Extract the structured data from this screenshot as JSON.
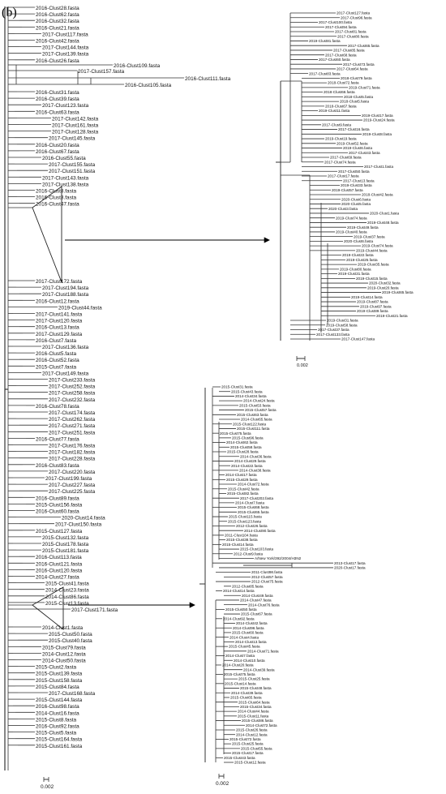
{
  "panel_label": "(b)",
  "colors": {
    "branch": "#333333",
    "text": "#111111",
    "highlight_red": "#e8201c",
    "highlight_blue": "#2a7fd0",
    "arrow": "#000000"
  },
  "left_tree": {
    "labels_top": [
      "2016-Clust28.fasta",
      "2016-Clust62.fasta",
      "2016-Clust32.fasta",
      "2016-Clust21.fasta",
      "2017-Clust117.fasta",
      "2016-Clust42.fasta",
      "2017-Clust144.fasta",
      "2017-Clust139.fasta",
      "2016-Clust26.fasta",
      "2016-Clust109.fasta",
      "2017-Clust157.fasta",
      "2016-Clust111.fasta",
      "2016-Clust105.fasta",
      "2016-Clust31.fasta",
      "2016-Clust39.fasta",
      "2017-Clust123.fasta",
      "2016-Clust63.fasta",
      "2017-Clust142.fasta",
      "2017-Clust161.fasta",
      "2017-Clust128.fasta",
      "2017-Clust145.fasta",
      "2016-Clust20.fasta",
      "2016-Clust67.fasta",
      "2016-Clust55.fasta",
      "2017-Clust155.fasta",
      "2017-Clust151.fasta",
      "2017-Clust143.fasta",
      "2017-Clust138.fasta",
      "2016-Clust8.fasta",
      "2016-Clust3.fasta",
      "2016-Clust47.fasta"
    ],
    "labels_middle": [
      "2017-Clust172.fasta",
      "2017-Clust194.fasta",
      "2017-Clust188.fasta",
      "2016-Clust12.fasta",
      "2019-Clust44.fasta",
      "2017-Clust141.fasta",
      "2017-Clust120.fasta",
      "2016-Clust13.fasta",
      "2017-Clust129.fasta",
      "2016-Clust7.fasta",
      "2017-Clust136.fasta",
      "2016-Clust5.fasta",
      "2016-Clust52.fasta",
      "2015-Clust7.fasta",
      "2017-Clust149.fasta",
      "2017-Clust233.fasta",
      "2017-Clust252.fasta",
      "2017-Clust258.fasta",
      "2017-Clust232.fasta",
      "2016-Clust78.fasta",
      "2017-Clust174.fasta",
      "2017-Clust262.fasta",
      "2017-Clust271.fasta",
      "2017-Clust251.fasta",
      "2016-Clust77.fasta",
      "2017-Clust176.fasta",
      "2017-Clust182.fasta",
      "2017-Clust228.fasta",
      "2016-Clust83.fasta",
      "2017-Clust220.fasta",
      "2017-Clust199.fasta",
      "2017-Clust227.fasta",
      "2017-Clust225.fasta",
      "2016-Clust89.fasta",
      "2015-Clust156.fasta",
      "2016-Clust60.fasta",
      "2020-Clust14.fasta",
      "2017-Clust150.fasta",
      "2015-Clust127.fasta",
      "2015-Clust132.fasta",
      "2015-Clust178.fasta",
      "2015-Clust181.fasta",
      "2016-Clust113.fasta",
      "2016-Clust121.fasta",
      "2016-Clust120.fasta",
      "2014-Clust27.fasta",
      "2015-Clust41.fasta",
      "2014-Clust23.fasta",
      "2014-Clust86.fasta",
      "2015-Clust13.fasta",
      "2017-Clust171.fasta"
    ],
    "labels_bottom": [
      "2014-Clust1.fasta",
      "2015-Clust50.fasta",
      "2015-Clust40.fasta",
      "2015-Clust79.fasta",
      "2014-Clust12.fasta",
      "2014-Clust50.fasta",
      "2015-Clust2.fasta",
      "2015-Clust139.fasta",
      "2015-Clust158.fasta",
      "2015-Clust84.fasta",
      "2017-Clust168.fasta",
      "2015-Clust144.fasta",
      "2016-Clust98.fasta",
      "2014-Clust16.fasta",
      "2015-Clust8.fasta",
      "2016-Clust92.fasta",
      "2015-Clust5.fasta",
      "2015-Clust164.fasta",
      "2015-Clust161.fasta"
    ],
    "scale_label": "0.002"
  },
  "right_top_tree": {
    "labels": [
      "2017-Clust127.fasta",
      "2017-Clust96.fasta",
      "2017-Clust100.fasta",
      "2017-Clust94.fasta",
      "2017-Clust81.fasta",
      "2017-Clust80.fasta",
      "2019-Clust81.fasta",
      "2017-Clust65.fasta",
      "2017-Clust85.fasta",
      "2017-Clust68.fasta",
      "2017-Clust60.fasta",
      "2017-Clust73.fasta",
      "2017-Clust64.fasta",
      "2017-Clust83.fasta",
      "2018-Clust79.fasta",
      "2018-Clust72.fasta",
      "2019-Clust71.fasta",
      "2018-Clust66.fasta",
      "2018-Clust5.fasta",
      "2018-Clust5.fasta",
      "2018-Clust67.fasta",
      "2019-Clust11.fasta",
      "2019-Clust17.fasta",
      "2019-Clust24.fasta",
      "2017-Clust9.fasta",
      "2017-Clust16.fasta",
      "2019-Clust8.fasta",
      "2019-Clust19.fasta",
      "2019-Clust52.fasta",
      "2019-Clust6.fasta",
      "2017-Clust43.fasta",
      "2017-Clust69.fasta",
      "2017-Clust74.fasta",
      "2017-Clust1.fasta",
      "2017-Clust50.fasta",
      "2017-Clust17.fasta",
      "2017-Clust13.fasta",
      "2019-Clust33.fasta",
      "2019-Clust57.fasta",
      "2018-Clust42.fasta",
      "2020-Clust6.fasta",
      "2020-Clust5.fasta",
      "2020-Clust3.fasta",
      "2020-Clust1.fasta",
      "2019-Clust74.fasta",
      "2019-Clust48.fasta",
      "2019-Clust49.fasta",
      "2019-Clust40.fasta",
      "2019-Clust37.fasta",
      "2020-Clust6.fasta",
      "2019-Clust74.fasta",
      "2019-Clust44.fasta",
      "2019-Clust22.fasta",
      "2019-Clust25.fasta",
      "2019-Clust35.fasta",
      "2019-Clust80.fasta",
      "2019-Clust31.fasta",
      "2019-Clust15.fasta",
      "2020-Clust32.fasta",
      "2019-Clust20.fasta",
      "2019-Clust65.fasta",
      "2019-Clust14.fasta",
      "2019-Clust87.fasta",
      "2019-Clust97.fasta",
      "2019-Clust89.fasta",
      "2019-Clust21.fasta",
      "2019-Clust31.fasta",
      "2019-Clust58.fasta",
      "2017-Clust37.fasta",
      "2017-Clust133.fasta",
      "2017-Clust147.fasta"
    ],
    "scale_label": "0.002"
  },
  "right_bottom_tree": {
    "labels": [
      "2015-Clust31.fasta",
      "2015-Clust43.fasta",
      "2014-Clust34.fasta",
      "2014-Clust24.fasta",
      "2015-Clust53.fasta",
      "2015-Clust57.fasta",
      "2015-Clust63.fasta",
      "2014-Clust65.fasta",
      "2015-Clust122.fasta",
      "2015-Clust111.fasta",
      "2015-Clust75.fasta",
      "2015-Clust96.fasta",
      "2014-Clust62.fasta",
      "2015-Clust58.fasta",
      "2015-Clust28.fasta",
      "2014-Clust36.fasta",
      "2014-Clust29.fasta",
      "2014-Clust22.fasta",
      "2014-Clust38.fasta",
      "2014-Clust17.fasta",
      "2015-Clust29.fasta",
      "2014-Clust72.fasta",
      "2015-Clust42.fasta",
      "2015-Clust82.fasta",
      "2017-Clust202.fasta",
      "2014-Clust7.fasta",
      "2015-Clust68.fasta",
      "2015-Clust65.fasta",
      "2015-Clust115.fasta",
      "2015-Clust123.fasta",
      "2012-Clust26.fasta",
      "2014-Clust90.fasta",
      "2011-Clust104.fasta",
      "2015-Clust38.fasta",
      "2015-Clust14.fasta",
      "2015-Clust103.fasta",
      "2012-Clust9.fasta",
      "A/New York/392/2004/H3N2",
      "2013-Clust17.fasta",
      "2020-Clust17.fasta",
      "2011-Clust98.fasta",
      "2012-Clust57.fasta",
      "2012-Clust75.fasta",
      "2012-Clust85.fasta",
      "2014-Clust14.fasta",
      "2014-Clust49.fasta",
      "2014-Clust47.fasta",
      "2014-Clust76.fasta",
      "2015-Clust50.fasta",
      "2015-Clust67.fasta",
      "2014-Clust92.fasta",
      "2014-Clust42.fasta",
      "2014-Clust96.fasta",
      "2015-Clust60.fasta",
      "2014-Clust4.fasta",
      "2014-Clust13.fasta",
      "2015-Clust45.fasta",
      "2014-Clust71.fasta",
      "2014-Clust7.fasta",
      "2014-Clust10.fasta",
      "2014-Clust20.fasta",
      "2014-Clust39.fasta",
      "2015-Clust75.fasta",
      "2015-Clust25.fasta",
      "2015-Clust14.fasta",
      "2015-Clust48.fasta",
      "2014-Clust39.fasta",
      "2015-Clust65.fasta",
      "2015-Clust64.fasta",
      "2015-Clust34.fasta",
      "2014-Clust44.fasta",
      "2015-Clust11.fasta",
      "2015-Clust86.fasta",
      "2014-Clust72.fasta",
      "2015-Clust26.fasta",
      "2014-Clust12.fasta",
      "2015-Clust72.fasta",
      "2015-Clust25.fasta",
      "2015-Clust55.fasta",
      "2015-Clust17.fasta",
      "2015-Clust43.fasta",
      "2015-Clust12.fasta"
    ],
    "highlight_red": [
      "A/New York/392/2004/H3N2"
    ],
    "highlight_blue": [
      "2011-Clust98.fasta",
      "2012-Clust57.fasta",
      "2012-Clust75.fasta"
    ],
    "scale_label": "0.002"
  }
}
